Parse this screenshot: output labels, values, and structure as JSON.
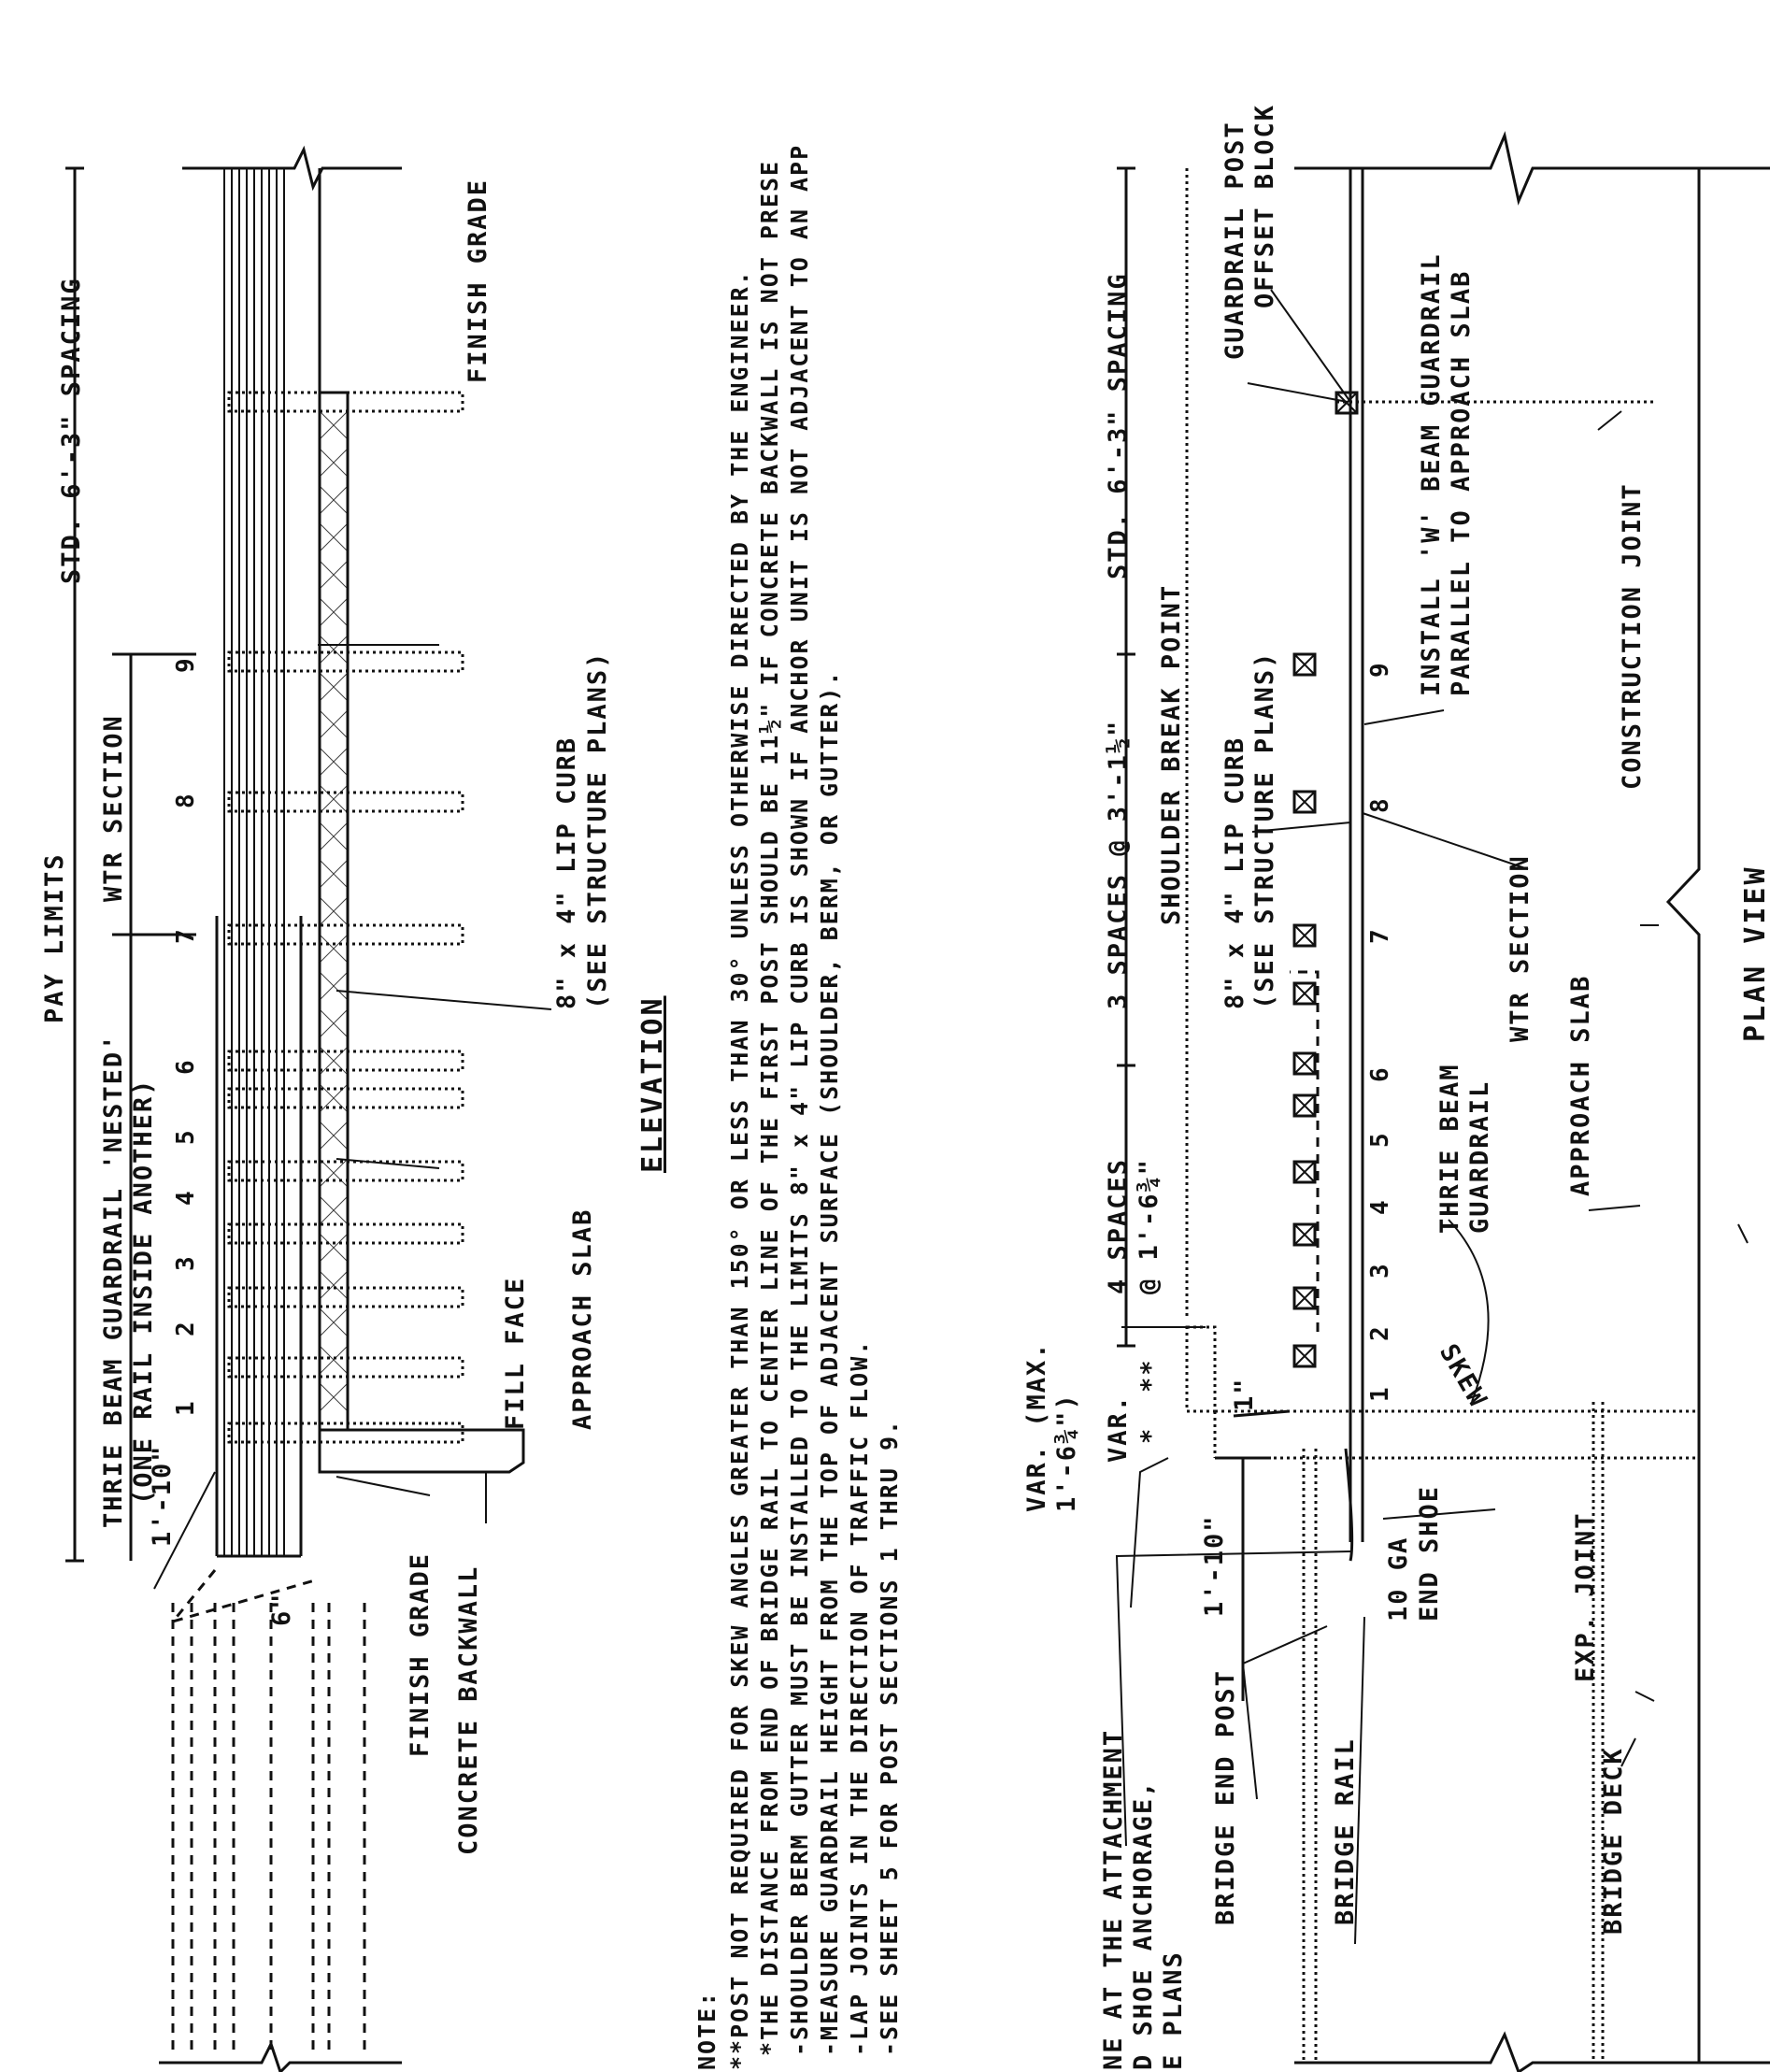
{
  "elevation": {
    "title": "ELEVATION",
    "labels": {
      "pay_limits": "PAY LIMITS",
      "std_spacing": "STD. 6'-3\" SPACING",
      "wtr_section": "WTR SECTION",
      "thrie_nested_1": "THRIE BEAM GUARDRAIL 'NESTED'",
      "thrie_nested_2": "(ONE RAIL INSIDE ANOTHER)",
      "dim_1_10": "1'-10\"",
      "dim_6": "6\"",
      "finish_grade_top": "FINISH GRADE",
      "finish_grade_bottom": "FINISH GRADE",
      "concrete_backwall": "CONCRETE BACKWALL",
      "fill_face": "FILL FACE",
      "approach_slab": "APPROACH SLAB",
      "lip_curb_1": "8\" x 4\" LIP CURB",
      "lip_curb_2": "(SEE STRUCTURE PLANS)"
    },
    "posts": [
      "1",
      "2",
      "3",
      "4",
      "5",
      "6",
      "7",
      "8",
      "9"
    ]
  },
  "notes": {
    "heading": "NOTE:",
    "lines": [
      "**POST NOT REQUIRED FOR SKEW ANGLES GREATER THAN 150° OR LESS THAN 30° UNLESS OTHERWISE DIRECTED BY THE ENGINEER.",
      "*THE DISTANCE FROM END OF BRIDGE RAIL TO CENTER LINE OF THE FIRST POST SHOULD BE 11½\" IF CONCRETE BACKWALL IS NOT PRESE",
      "-SHOULDER BERM GUTTER MUST BE INSTALLED TO THE LIMITS 8\" x 4\" LIP CURB IS SHOWN IF ANCHOR UNIT IS NOT ADJACENT TO AN APP",
      "-MEASURE GUARDRAIL HEIGHT FROM THE TOP OF ADJACENT SURFACE (SHOULDER, BERM, OR GUTTER).",
      "-LAP JOINTS IN THE DIRECTION OF TRAFFIC FLOW.",
      "-SEE SHEET 5 FOR POST SECTIONS 1 THRU 9."
    ]
  },
  "plan": {
    "title": "PLAN VIEW",
    "labels": {
      "std_spacing": "STD. 6'-3\" SPACING",
      "three_spaces": "3 SPACES @ 3'-1½\"",
      "four_spaces_1": "4 SPACES",
      "four_spaces_2": "@ 1'-6¾\"",
      "var_max_1": "VAR. (MAX.",
      "var_max_2": "1'-6¾\")",
      "var": "VAR.",
      "star": "*",
      "dstar": "**",
      "dim_1": "1\"",
      "dim_1_10": "1'-10\"",
      "end_shoe_1": "10 GA",
      "end_shoe_2": "END SHOE",
      "guardrail_post": "GUARDRAIL POST",
      "offset_block": "OFFSET BLOCK",
      "install_w_1": "INSTALL 'W' BEAM GUARDRAIL",
      "install_w_2": "PARALLEL TO APPROACH SLAB",
      "construction_joint": "CONSTRUCTION JOINT",
      "shoulder_break": "SHOULDER BREAK POINT",
      "lip_curb_1": "8\" x 4\" LIP CURB",
      "lip_curb_2": "(SEE STRUCTURE PLANS)",
      "wtr_section": "WTR SECTION",
      "thrie_1": "THRIE BEAM",
      "thrie_2": "GUARDRAIL",
      "approach_slab": "APPROACH SLAB",
      "skew": "SKEW",
      "exp_joint": "EXP. JOINT",
      "bridge_end_post": "BRIDGE END POST",
      "bridge_rail": "BRIDGE RAIL",
      "bridge_deck": "BRIDGE DECK",
      "attach_1": "NE AT THE ATTACHMENT",
      "attach_2": "D SHOE ANCHORAGE,",
      "attach_3": "E PLANS"
    },
    "posts": [
      "1",
      "2",
      "3",
      "4",
      "5",
      "6",
      "7",
      "8",
      "9"
    ]
  }
}
